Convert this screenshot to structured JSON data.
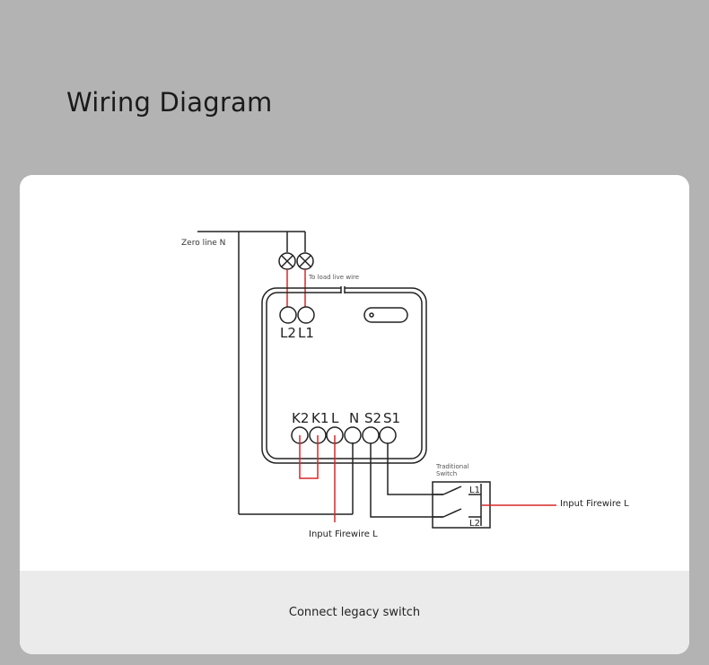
{
  "page": {
    "title": "Wiring Diagram"
  },
  "diagram": {
    "zero_line_label": "Zero line N",
    "load_label": "To load live wire",
    "top_terminals": [
      "L2",
      "L1"
    ],
    "bottom_terminals": [
      "K2",
      "K1",
      "L",
      "N",
      "S2",
      "S1"
    ],
    "switch_label_line1": "Traditional",
    "switch_label_line2": "Switch",
    "switch_contacts": [
      "L1",
      "L2"
    ],
    "input_label_right": "Input Firewire L",
    "input_label_bottom": "Input Firewire L",
    "colors": {
      "live_wire": "#d62828",
      "neutral_wire": "#222222"
    }
  },
  "card": {
    "caption": "Connect legacy switch"
  }
}
